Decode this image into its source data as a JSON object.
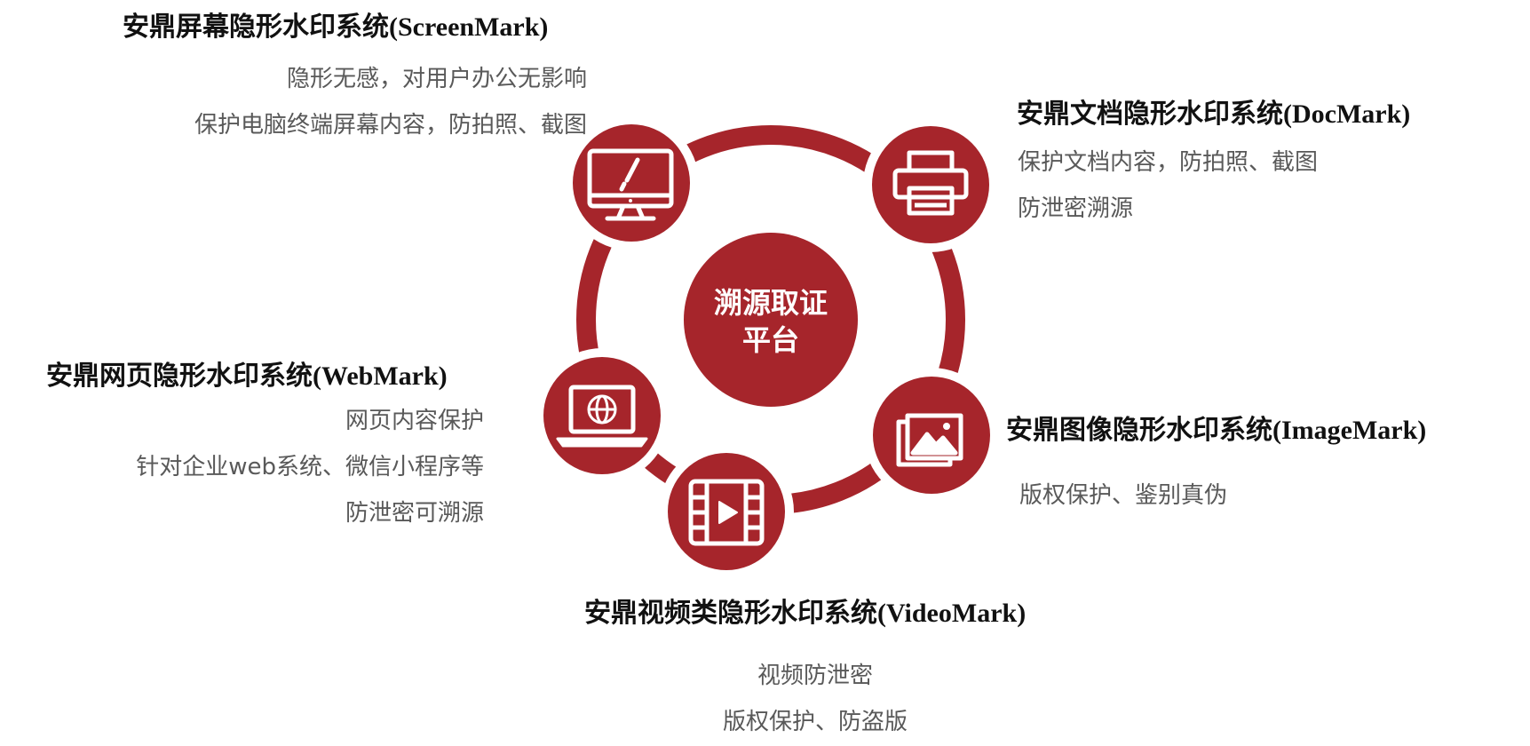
{
  "center": {
    "line1": "溯源取证",
    "line2": "平台"
  },
  "colors": {
    "accent": "#a6252b",
    "title": "#111111",
    "text": "#595959",
    "icon": "#ffffff"
  },
  "systems": {
    "screen": {
      "icon": "monitor-icon",
      "title_cn": "安鼎屏幕隐形水印系统",
      "title_en": "(ScreenMark)",
      "lines": [
        "隐形无感，对用户办公无影响",
        "保护电脑终端屏幕内容，防拍照、截图"
      ]
    },
    "doc": {
      "icon": "printer-icon",
      "title_cn": "安鼎文档隐形水印系统",
      "title_en": "(DocMark)",
      "lines": [
        "保护文档内容，防拍照、截图",
        "防泄密溯源"
      ]
    },
    "web": {
      "icon": "laptop-globe-icon",
      "title_cn": "安鼎网页隐形水印系统",
      "title_en": "(WebMark)",
      "lines": [
        "网页内容保护",
        "针对企业web系统、微信小程序等",
        "防泄密可溯源"
      ]
    },
    "image": {
      "icon": "image-gallery-icon",
      "title_cn": "安鼎图像隐形水印系统",
      "title_en": "(ImageMark)",
      "lines": [
        "版权保护、鉴别真伪"
      ]
    },
    "video": {
      "icon": "video-film-icon",
      "title_cn": "安鼎视频类隐形水印系统",
      "title_en": "(VideoMark)",
      "lines": [
        "视频防泄密",
        "版权保护、防盗版"
      ]
    }
  }
}
